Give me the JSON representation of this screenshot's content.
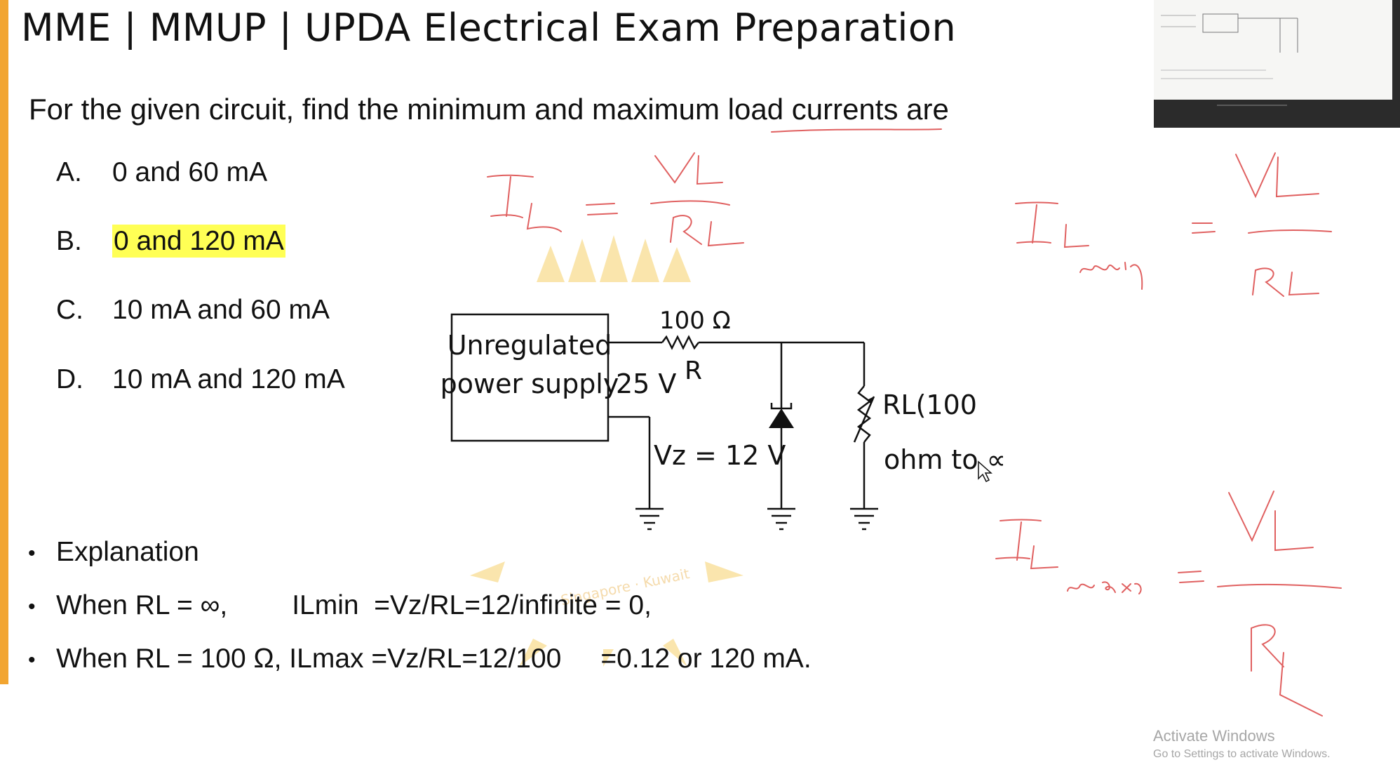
{
  "slide": {
    "title": "MME | MMUP | UPDA Electrical Exam Preparation",
    "question": "For the given circuit, find the minimum and maximum load currents are",
    "options": [
      {
        "letter": "A.",
        "text": "0 and 60 mA",
        "highlighted": false
      },
      {
        "letter": "B.",
        "text": "0 and 120 mA",
        "highlighted": true
      },
      {
        "letter": "C.",
        "text": "10 mA and 60 mA",
        "highlighted": false
      },
      {
        "letter": "D.",
        "text": "10 mA and 120 mA",
        "highlighted": false
      }
    ],
    "explanation": {
      "heading": "Explanation",
      "line1_a": "When RL = ∞,",
      "line1_b": "ILmin  =Vz/RL=12/infinite = 0,",
      "line2_a": "When RL = 100 Ω, ILmax =Vz/RL=12/100",
      "line2_b": "=0.12 or 120 mA."
    }
  },
  "circuit": {
    "supply_line1": "Unregulated",
    "supply_line2": "power supply",
    "supply_voltage": "25 V",
    "resistor_value": "100 Ω",
    "resistor_label": "R",
    "zener_label": "Vz = 12 V",
    "load_label_line1": "RL(100",
    "load_label_line2": "ohm to ∞)"
  },
  "watermark": {
    "logo_text": "Singapore · Kuwait"
  },
  "system_watermark": {
    "line1": "Activate Windows",
    "line2": "Go to Settings to activate Windows."
  },
  "colors": {
    "accent_bar": "#f2a530",
    "highlight": "#ffff55",
    "ink_red": "#e06060",
    "logo": "#f4c64a"
  }
}
